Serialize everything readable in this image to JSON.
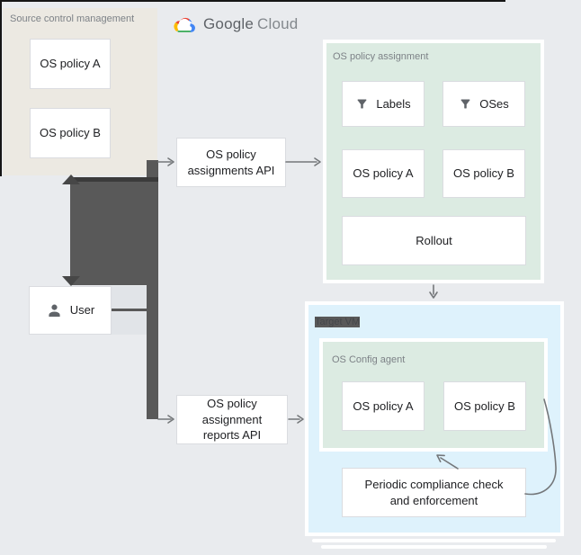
{
  "logo": {
    "google": "Google",
    "cloud": "Cloud"
  },
  "source_control": {
    "label": "Source control management",
    "policy_a": "OS policy A",
    "policy_b": "OS policy B"
  },
  "user": {
    "label": "User"
  },
  "api_boxes": {
    "assignments": "OS policy assignments API",
    "reports": "OS policy assignment reports API"
  },
  "assignment_panel": {
    "label": "OS policy assignment",
    "labels_box": "Labels",
    "oses_box": "OSes",
    "policy_a": "OS policy A",
    "policy_b": "OS policy B",
    "rollout": "Rollout"
  },
  "target_vm": {
    "label": "Target VM",
    "agent_label": "OS Config agent",
    "policy_a": "OS policy A",
    "policy_b": "OS policy B",
    "compliance": "Periodic compliance check and enforcement"
  },
  "icons": {
    "logo": "google-cloud-logo",
    "filter": "filter-funnel-icon",
    "user": "person-icon"
  },
  "colors": {
    "background": "#e9ebee",
    "beige_panel": "#ece9e2",
    "green_panel": "#dcebe2",
    "blue_panel": "#def2fc",
    "connector_dark": "#595959",
    "thin_arrow": "#74777a",
    "logo_blue": "#4285F4",
    "logo_red": "#EA4335",
    "logo_yellow": "#FBBC05",
    "logo_green": "#34A853"
  }
}
